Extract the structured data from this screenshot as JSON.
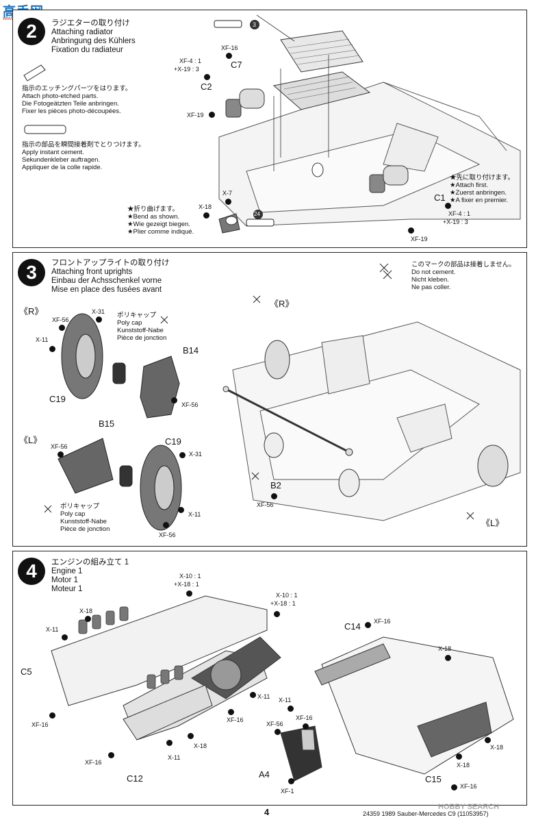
{
  "watermark": {
    "logo_text": "高手网",
    "logo_sub": "www.gaoshou.net"
  },
  "step2": {
    "number": "2",
    "title_lines": [
      "ラジエターの取り付け",
      "Attaching radiator",
      "Anbringung des Kühlers",
      "Fixation du radiateur"
    ],
    "etching_note": [
      "指示のエッチングパーツをはります。",
      "Attach photo-etched parts.",
      "Die Fotogeätzten Teile anbringen.",
      "Fixer les pièces photo-découpées."
    ],
    "glue_note": [
      "指示の部品を瞬間接着剤でとりつけます。",
      "Apply instant cement.",
      "Sekundenkleber auftragen.",
      "Appliquer de la colle rapide."
    ],
    "bend_note": [
      "★折り曲げます。",
      "★Bend as shown.",
      "★Wie gezeigt biegen.",
      "★Plier comme indiqué."
    ],
    "attach_first_note": [
      "★先に取り付けます。",
      "★Attach first.",
      "★Zuerst anbringen.",
      "★A fixer en premier."
    ],
    "callout_3": "3",
    "callout_24": "24",
    "labels": {
      "xf16": "XF-16",
      "c7": "C7",
      "xf4_mix": "XF-4 : 1",
      "x19_mix": "+X-19 : 3",
      "c2": "C2",
      "xf19_left": "XF-19",
      "x7": "X-7",
      "x18": "X-18",
      "c1": "C1",
      "xf4_mix_r": "XF-4 : 1",
      "x19_mix_r": "+X-19 : 3",
      "xf19_right": "XF-19"
    }
  },
  "step3": {
    "number": "3",
    "title_lines": [
      "フロントアップライトの取り付け",
      "Attaching front uprights",
      "Einbau der Achsschenkel vorne",
      "Mise en place des fusées avant"
    ],
    "no_cement": [
      "このマークの部品は接着しません。",
      "Do not cement.",
      "Nicht kleben.",
      "Ne pas coller."
    ],
    "poly_cap_top": [
      "ポリキャップ",
      "Poly cap",
      "Kunststoff-Nabe",
      "Pièce de jonction"
    ],
    "poly_cap_bottom": [
      "ポリキャップ",
      "Poly cap",
      "Kunststoff-Nabe",
      "Pièce de jonction"
    ],
    "right_tag": "《R》",
    "left_tag": "《L》",
    "right_tag_2": "《R》",
    "left_tag_2": "《L》",
    "labels": {
      "xf56_a": "XF-56",
      "x31_a": "X-31",
      "x11_a": "X-11",
      "c19_a": "C19",
      "b14": "B14",
      "xf56_b": "XF-56",
      "b15": "B15",
      "xf56_c": "XF-56",
      "c19_b": "C19",
      "x31_b": "X-31",
      "x11_b": "X-11",
      "xf56_d": "XF-56",
      "b2": "B2",
      "xf56_e": "XF-56"
    }
  },
  "step4": {
    "number": "4",
    "title_lines": [
      "エンジンの組み立て 1",
      "Engine 1",
      "Motor 1",
      "Moteur 1"
    ],
    "labels": {
      "x10_a": "X-10 : 1",
      "x18_a": "+X-18 : 1",
      "x10_b": "X-10 : 1",
      "x18_b": "+X-18 : 1",
      "x18_c": "X-18",
      "x11_c": "X-11",
      "c5": "C5",
      "xf16_a": "XF-16",
      "x11_d": "X-11",
      "xf16_b": "XF-16",
      "x18_d": "X-18",
      "x11_e": "X-11",
      "xf16_c": "XF-16",
      "c12": "C12",
      "c14": "C14",
      "xf16_d": "XF-16",
      "x18_e": "X-18",
      "x11_f": "X-11",
      "xf56_f": "XF-56",
      "xf16_e": "XF-16",
      "a4": "A4",
      "xf1": "XF-1",
      "x18_f": "X-18",
      "x18_g": "X-18",
      "c15": "C15",
      "xf16_f": "XF-16"
    }
  },
  "footer": {
    "page_number": "4",
    "code_title": "24359  1989 Sauber-Mercedes C9 (11053957)",
    "site_logo": "HOBBY SEARCH"
  }
}
